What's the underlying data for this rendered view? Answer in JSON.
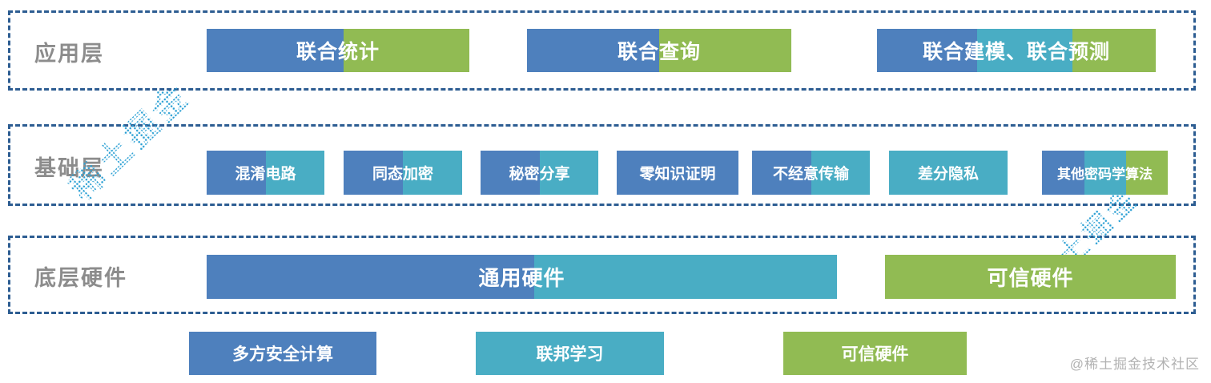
{
  "colors": {
    "mpc_blue": "#4e80bd",
    "fl_teal": "#49adc4",
    "tee_green": "#91bb53",
    "dashed_border": "#2d5d92",
    "layer_label_gray": "#8c8c8c",
    "watermark_blue": "#2ba0d4",
    "credit_gray": "#b2b2b2",
    "bar_text": "#ffffff"
  },
  "rows": [
    {
      "label": "应用层",
      "bars": [
        {
          "label": "联合统计",
          "segments": [
            "mpc",
            "tee"
          ]
        },
        {
          "label": "联合查询",
          "segments": [
            "mpc",
            "tee"
          ]
        },
        {
          "label": "联合建模、联合预测",
          "segments": [
            "mpc",
            "fl",
            "tee"
          ]
        }
      ]
    },
    {
      "label": "基础层",
      "bars": [
        {
          "label": "混淆电路",
          "segments": [
            "mpc",
            "fl"
          ]
        },
        {
          "label": "同态加密",
          "segments": [
            "mpc",
            "fl"
          ]
        },
        {
          "label": "秘密分享",
          "segments": [
            "mpc",
            "fl"
          ]
        },
        {
          "label": "零知识证明",
          "segments": [
            "mpc"
          ]
        },
        {
          "label": "不经意传输",
          "segments": [
            "mpc",
            "fl"
          ]
        },
        {
          "label": "差分隐私",
          "segments": [
            "fl"
          ]
        },
        {
          "label": "其他密码学算法",
          "segments": [
            "mpc",
            "fl",
            "tee"
          ]
        }
      ]
    },
    {
      "label": "底层硬件",
      "bars": [
        {
          "label": "通用硬件",
          "segments": [
            "mpc",
            "fl"
          ]
        },
        {
          "label": "可信硬件",
          "segments": [
            "tee"
          ]
        }
      ]
    }
  ],
  "legend": [
    {
      "key": "mpc",
      "label": "多方安全计算",
      "color": "#4e80bd"
    },
    {
      "key": "fl",
      "label": "联邦学习",
      "color": "#49adc4"
    },
    {
      "key": "tee",
      "label": "可信硬件",
      "color": "#91bb53"
    }
  ],
  "watermark": {
    "text": "稀土掘金"
  },
  "credit": "@稀土掘金技术社区"
}
